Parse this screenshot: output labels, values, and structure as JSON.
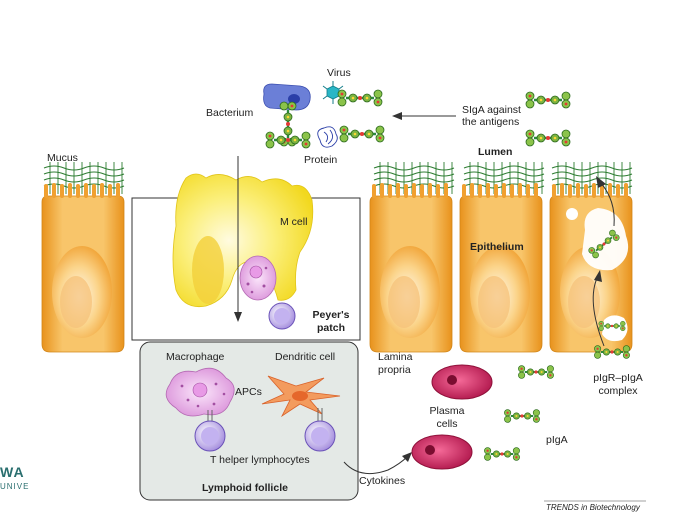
{
  "labels": {
    "virus": "Virus",
    "bacterium": "Bacterium",
    "protein": "Protein",
    "siga_line1": "SIgA against",
    "siga_line2": "the antigens",
    "lumen": "Lumen",
    "mucus": "Mucus",
    "m_cell": "M cell",
    "epithelium": "Epithelium",
    "peyers_line1": "Peyer's",
    "peyers_line2": "patch",
    "macrophage": "Macrophage",
    "dendritic_cell": "Dendritic cell",
    "apcs": "APCs",
    "t_helper": "T helper lymphocytes",
    "lymphoid_follicle": "Lymphoid follicle",
    "lamina_line1": "Lamina",
    "lamina_line2": "propria",
    "plasma_line1": "Plasma",
    "plasma_line2": "cells",
    "cytokines": "Cytokines",
    "piga": "pIgA",
    "pigr_line1": "pIgR–pIgA",
    "pigr_line2": "complex"
  },
  "credit": "TRENDS in Biotechnology",
  "watermark": {
    "line1": "WA",
    "line2": "UNIVE"
  },
  "colors": {
    "epithelial_cell": "#f5a623",
    "epithelial_highlight": "#fff3d6",
    "m_cell": "#f7e63a",
    "mucus": "#2e7d32",
    "follicle_bg": "#e4e9e6",
    "lymphocyte": "#b9a6e8",
    "macrophage": "#e7b4e6",
    "dendritic": "#f08a4b",
    "plasma_cell": "#c81e5a",
    "bacterium": "#6b7fd7",
    "virus": "#29b6c6"
  }
}
